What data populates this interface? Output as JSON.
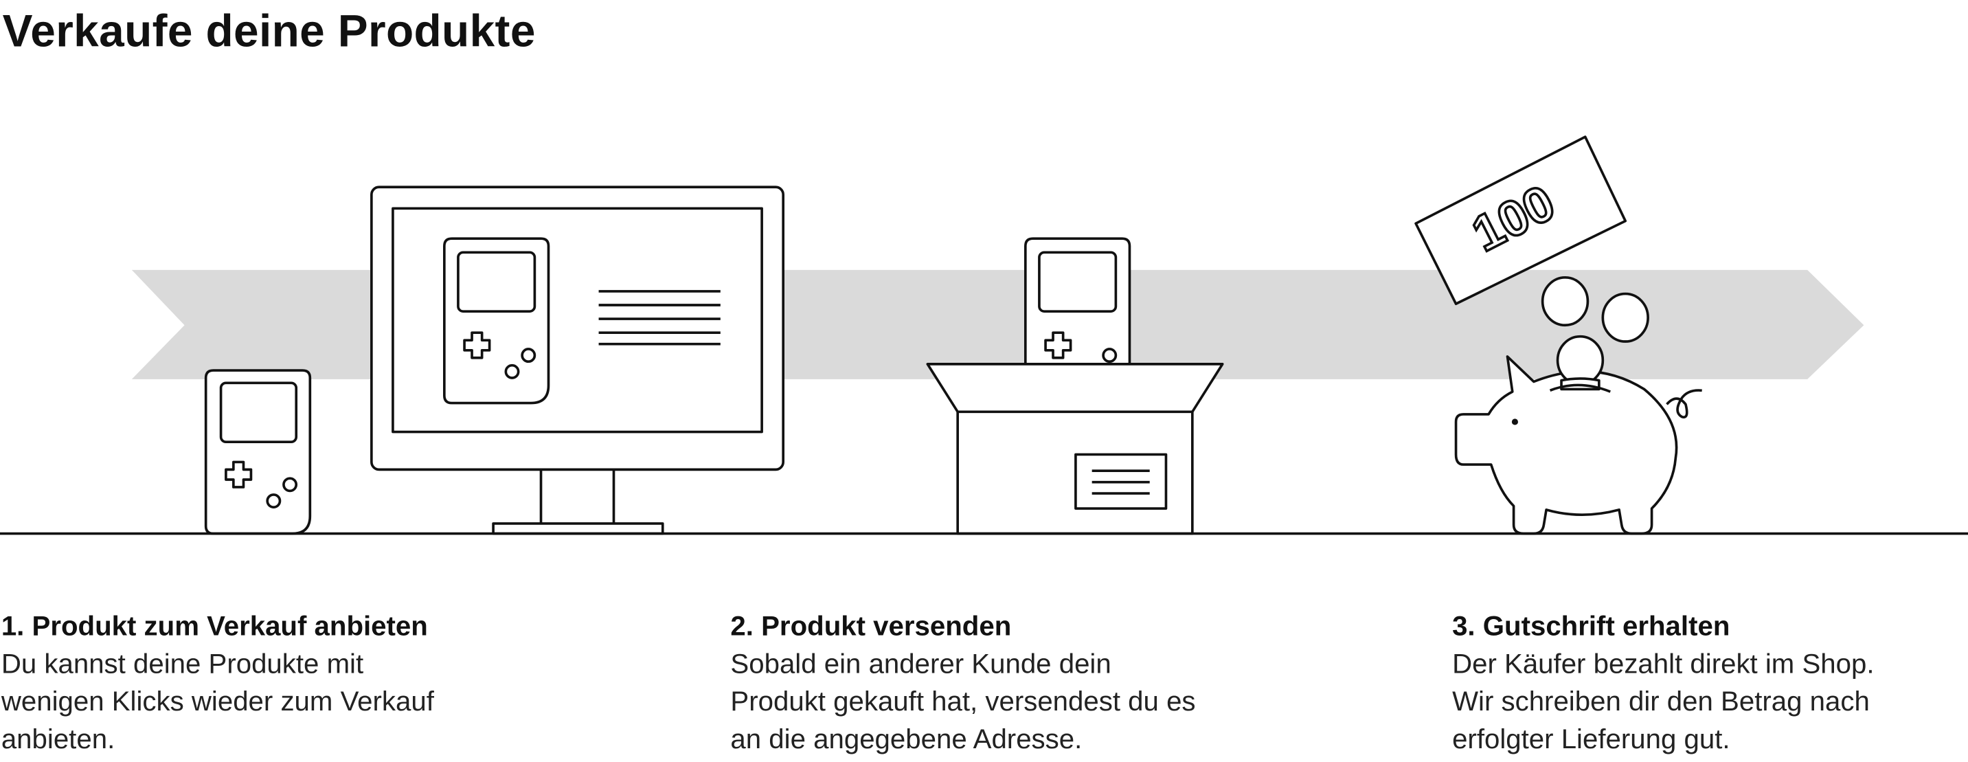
{
  "title": "Verkaufe deine Produkte",
  "banknote_value": "100",
  "colors": {
    "arrow": "#dadada",
    "ink": "#111111"
  },
  "steps": [
    {
      "heading": "1. Produkt zum Verkauf anbieten",
      "lines": [
        "Du kannst deine Produkte mit",
        "wenigen Klicks wieder zum Verkauf",
        "anbieten."
      ]
    },
    {
      "heading": "2. Produkt versenden",
      "lines": [
        "Sobald ein anderer Kunde dein",
        "Produkt gekauft hat, versendest du es",
        "an die angegebene Adresse."
      ]
    },
    {
      "heading": "3. Gutschrift erhalten",
      "lines": [
        "Der Käufer bezahlt direkt im Shop.",
        "Wir schreiben dir den Betrag nach",
        "erfolgter Lieferung gut."
      ]
    }
  ]
}
